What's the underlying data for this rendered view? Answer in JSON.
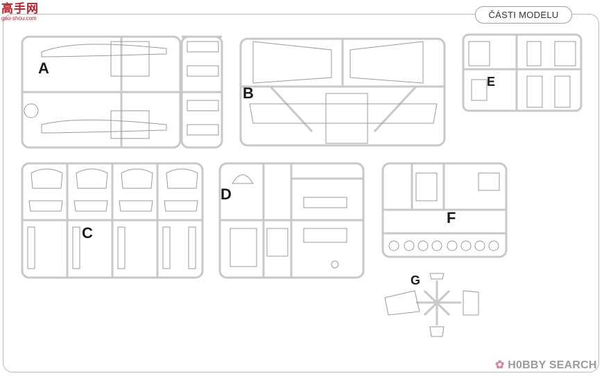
{
  "page": {
    "title": "ČÁSTI MODELU"
  },
  "logo": {
    "mark": "高手网",
    "url": "gao-shou.com"
  },
  "watermark": {
    "icon": "hobbysearch-logo-icon",
    "text": "H0BBY SEARCH"
  },
  "sprues": [
    {
      "id": "A",
      "label": "A"
    },
    {
      "id": "B",
      "label": "B"
    },
    {
      "id": "E",
      "label": "E"
    },
    {
      "id": "C",
      "label": "C"
    },
    {
      "id": "D",
      "label": "D"
    },
    {
      "id": "F",
      "label": "F"
    },
    {
      "id": "G",
      "label": "G"
    }
  ],
  "colors": {
    "sprue": "#c8c8c8",
    "part": "#9a9a9a",
    "frame": "#b8b8b8"
  }
}
